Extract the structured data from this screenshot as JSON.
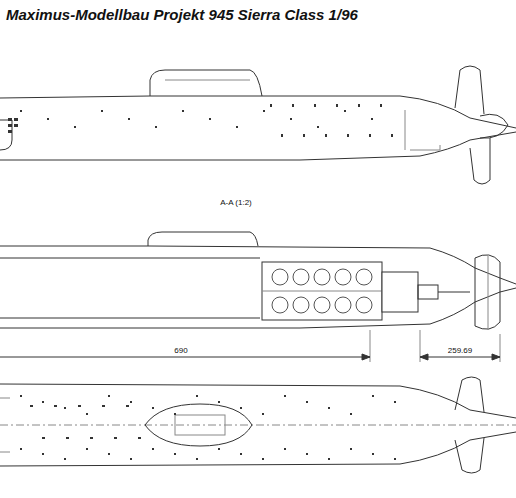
{
  "diagram": {
    "title": "Maximus-Modellbau Projekt 945 Sierra Class 1/96",
    "labels": [
      "A-A (1:2)",
      "690",
      "259.69"
    ]
  }
}
